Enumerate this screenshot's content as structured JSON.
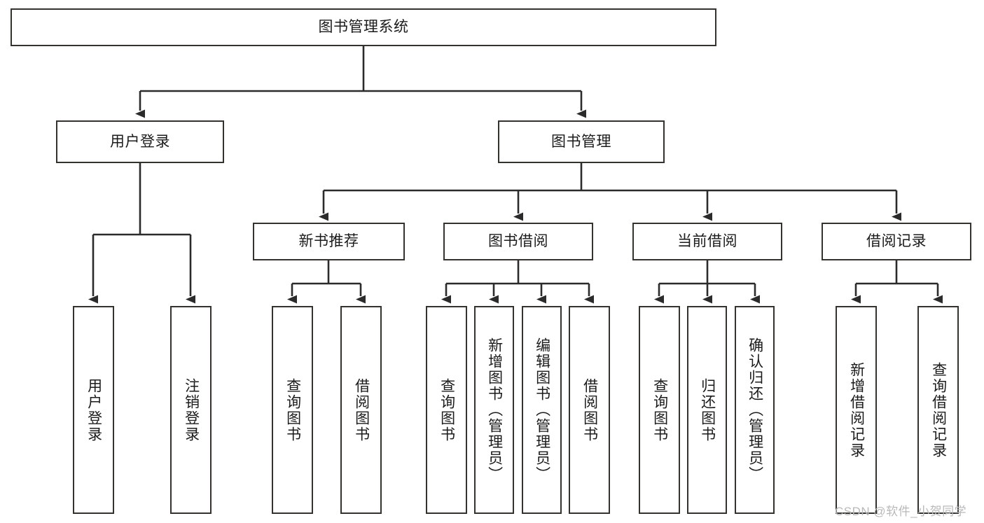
{
  "diagram": {
    "title": "图书管理系统",
    "type": "functional-structure-tree",
    "root": {
      "label": "图书管理系统"
    },
    "level2": [
      {
        "label": "用户登录"
      },
      {
        "label": "图书管理"
      }
    ],
    "level3": [
      {
        "label": "新书推荐"
      },
      {
        "label": "图书借阅"
      },
      {
        "label": "当前借阅"
      },
      {
        "label": "借阅记录"
      }
    ],
    "leaves": {
      "user_login": [
        {
          "label": "用户登录"
        },
        {
          "label": "注销登录"
        }
      ],
      "new_book_recommend": [
        {
          "label": "查询图书"
        },
        {
          "label": "借阅图书"
        }
      ],
      "book_borrow": [
        {
          "label": "查询图书"
        },
        {
          "label": "新增图书（管理员）"
        },
        {
          "label": "编辑图书（管理员）"
        },
        {
          "label": "借阅图书"
        }
      ],
      "current_borrow": [
        {
          "label": "查询图书"
        },
        {
          "label": "归还图书"
        },
        {
          "label": "确认归还（管理员）"
        }
      ],
      "borrow_record": [
        {
          "label": "新增借阅记录"
        },
        {
          "label": "查询借阅记录"
        }
      ]
    }
  },
  "watermark": {
    "text": "CSDN @软件_小贺同学"
  },
  "colors": {
    "stroke": "#33322f",
    "text": "#1b1b1b",
    "background": "#ffffff",
    "watermark": "#b9b9b9"
  }
}
